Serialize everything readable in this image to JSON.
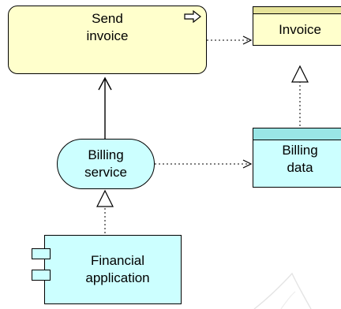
{
  "diagram": {
    "nodes": {
      "send_invoice": {
        "line1": "Send",
        "line2": "invoice"
      },
      "invoice": {
        "label": "Invoice"
      },
      "billing_service": {
        "line1": "Billing",
        "line2": "service"
      },
      "billing_data": {
        "line1": "Billing",
        "line2": "data"
      },
      "financial_application": {
        "line1": "Financial",
        "line2": "application"
      }
    },
    "colors": {
      "business_fill": "#ffffcc",
      "business_bar": "#e6e399",
      "application_fill": "#ccffff",
      "application_bar": "#99e6e6",
      "stroke": "#000000"
    }
  }
}
